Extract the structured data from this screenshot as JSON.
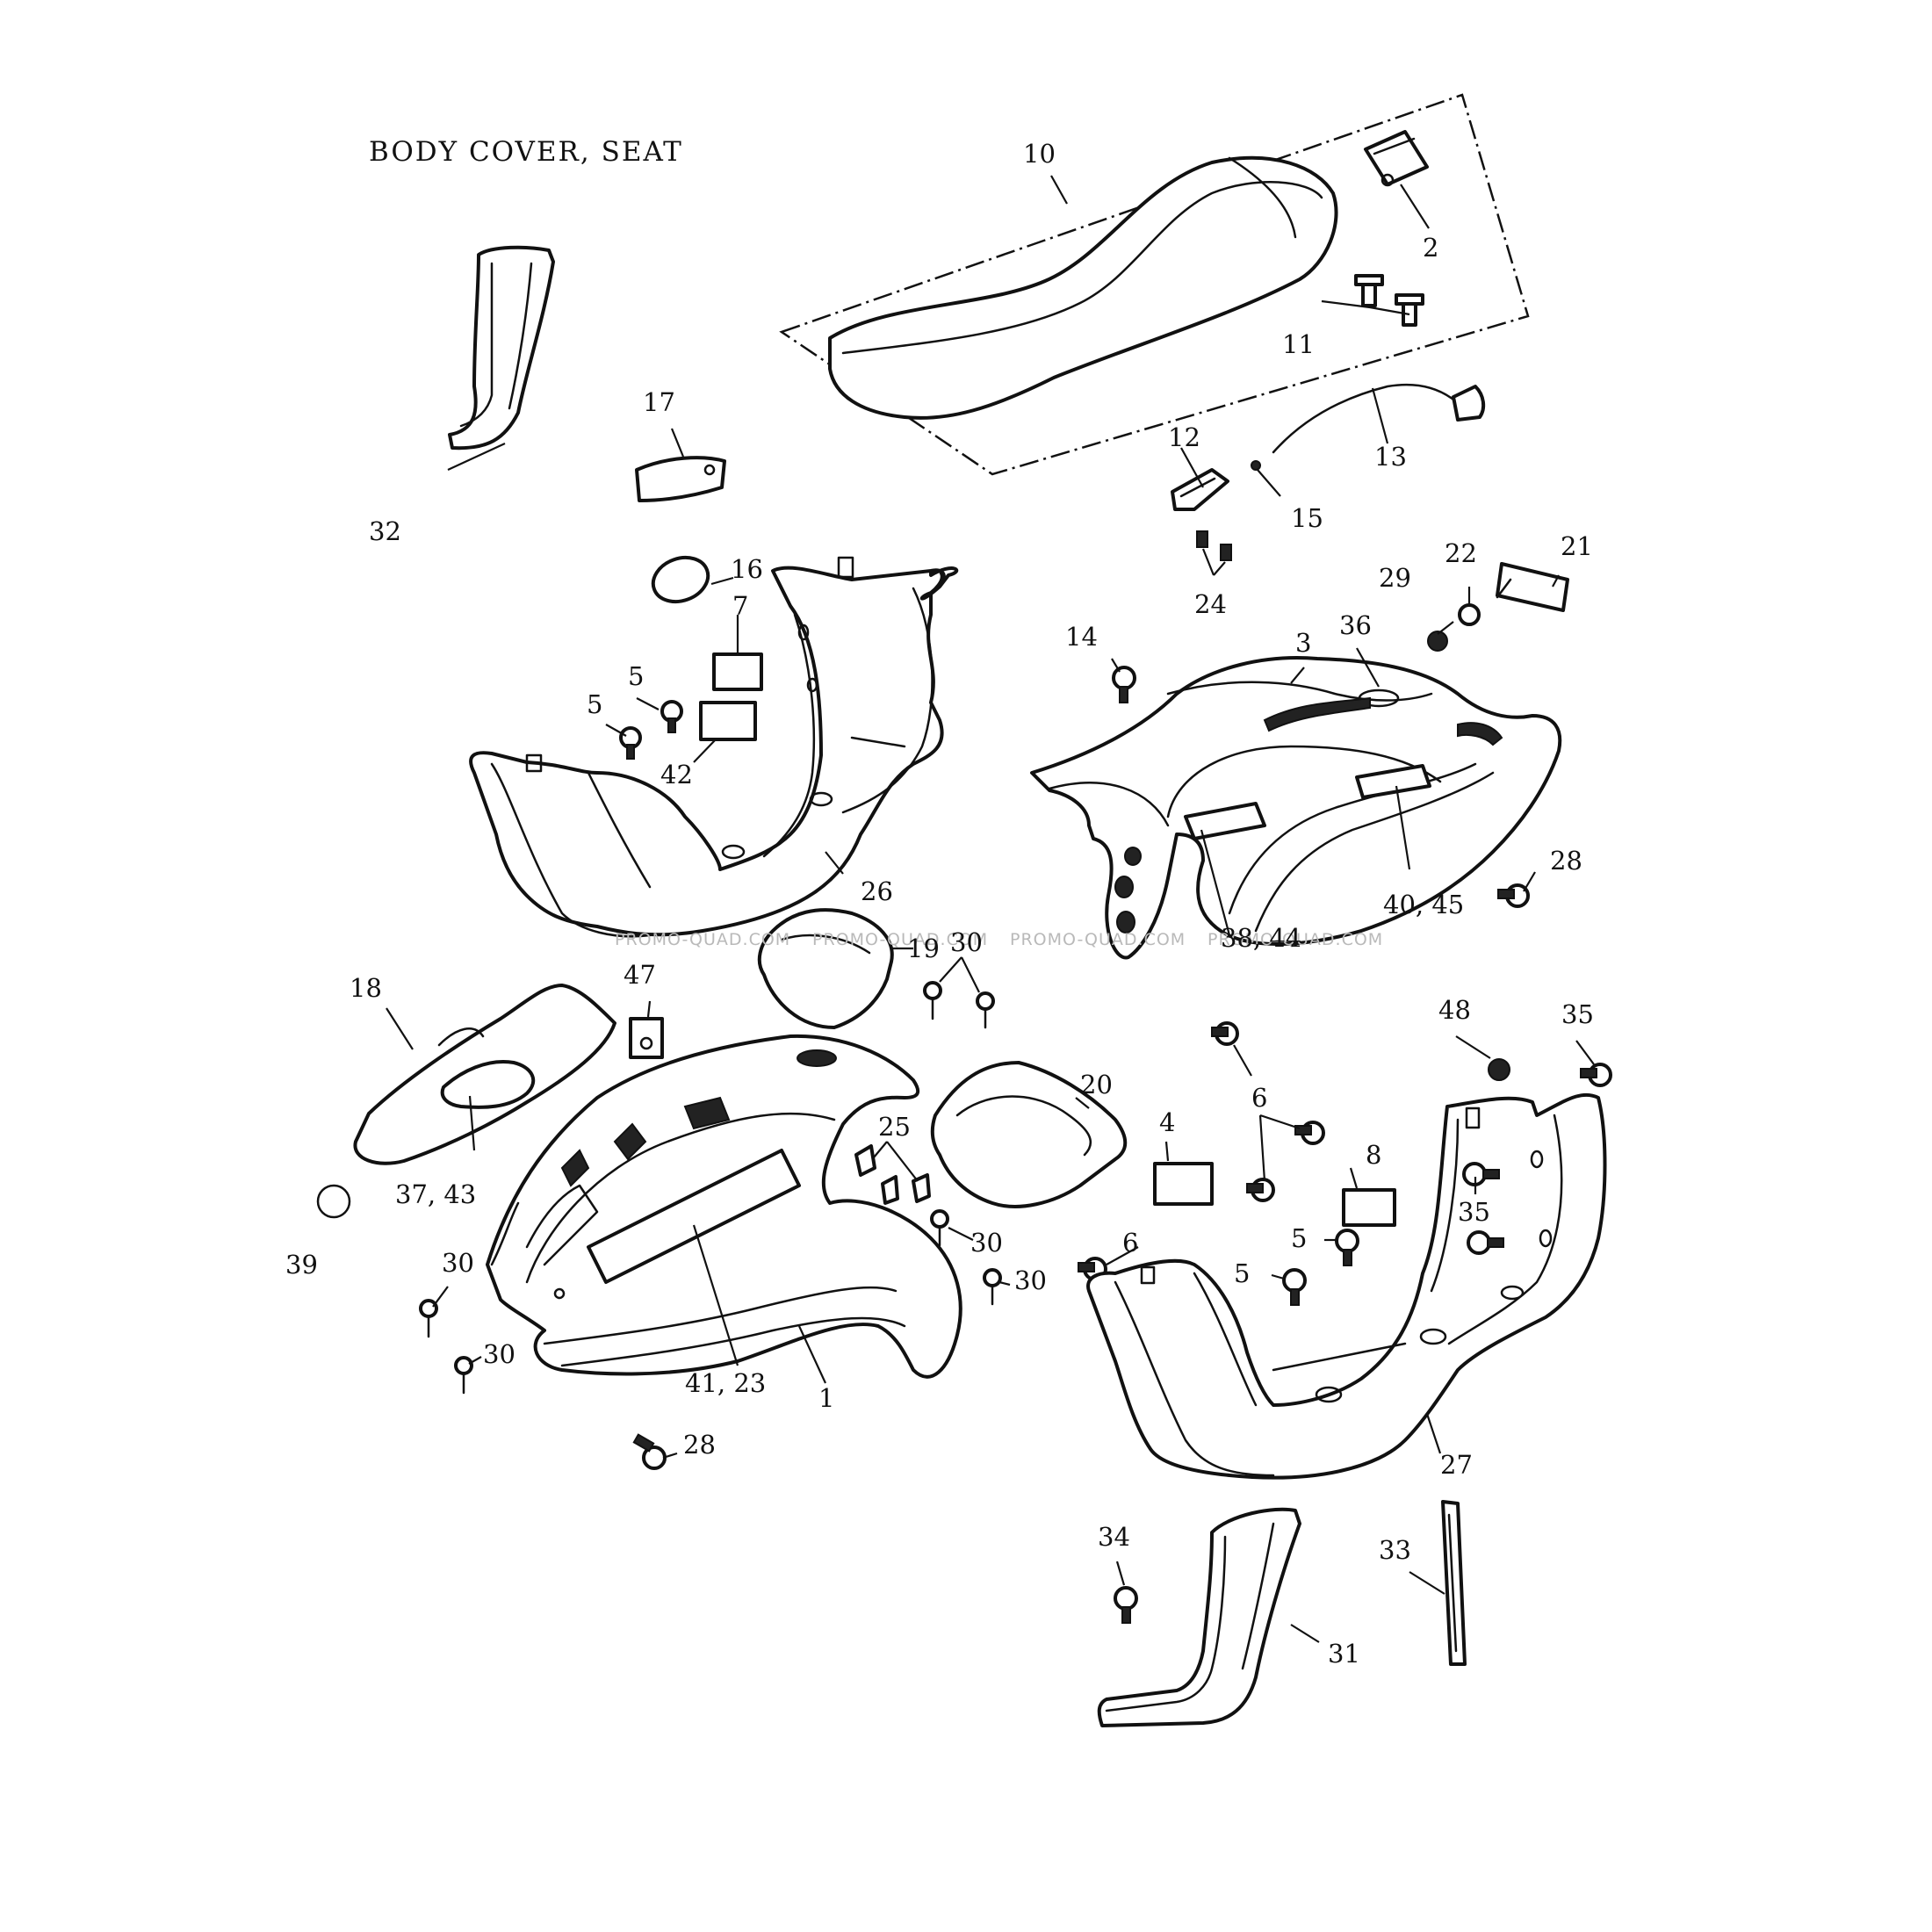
{
  "title": "BODY COVER, SEAT",
  "watermarks": [
    "PROMO-QUAD.COM",
    "PROMO-QUAD.COM",
    "PROMO-QUAD.COM",
    "PROMO-QUAD.COM"
  ],
  "callouts": {
    "c1": "1",
    "c2": "2",
    "c3": "3",
    "c4": "4",
    "c5a": "5",
    "c5b": "5",
    "c5c": "5",
    "c5d": "5",
    "c6a": "6",
    "c6b": "6",
    "c7": "7",
    "c8": "8",
    "c10": "10",
    "c11": "11",
    "c12": "12",
    "c13": "13",
    "c14": "14",
    "c15": "15",
    "c16": "16",
    "c17": "17",
    "c18": "18",
    "c19": "19",
    "c20": "20",
    "c21": "21",
    "c22": "22",
    "c24": "24",
    "c25": "25",
    "c26": "26",
    "c27": "27",
    "c28a": "28",
    "c28b": "28",
    "c29": "29",
    "c30a": "30",
    "c30b": "30",
    "c30c": "30",
    "c30d": "30",
    "c30e": "30",
    "c31": "31",
    "c32": "32",
    "c33": "33",
    "c34": "34",
    "c35a": "35",
    "c35b": "35",
    "c36": "36",
    "c37_43": "37, 43",
    "c38_44": "38, 44",
    "c39": "39",
    "c40_45": "40, 45",
    "c41_23": "41, 23",
    "c42": "42",
    "c47": "47",
    "c48": "48"
  }
}
